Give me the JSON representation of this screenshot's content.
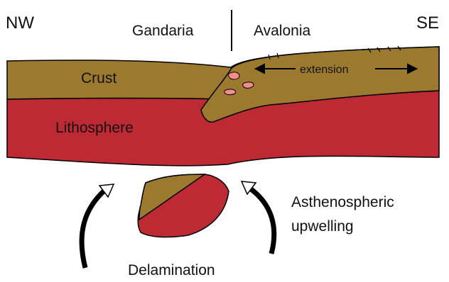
{
  "labels": {
    "nw": "NW",
    "se": "SE",
    "gandaria": "Gandaria",
    "avalonia": "Avalonia",
    "crust": "Crust",
    "lithosphere": "Lithosphere",
    "extension": "extension",
    "asthenospheric_line1": "Asthenospheric",
    "asthenospheric_line2": "upwelling",
    "delamination": "Delamination"
  },
  "colors": {
    "crust": "#9b7a2f",
    "lithosphere": "#be2a33",
    "melt": "#f28c8f",
    "outline": "#000000"
  }
}
